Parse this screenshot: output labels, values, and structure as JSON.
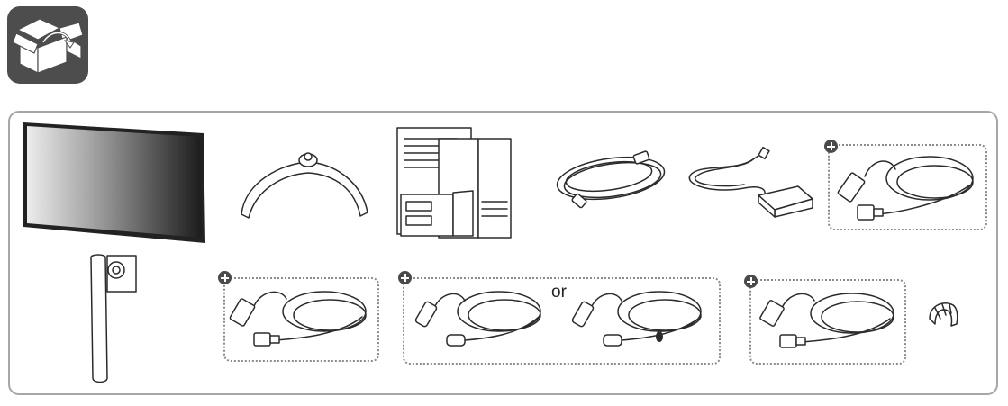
{
  "badge": {
    "icon": "open-box-icon",
    "color": "#4d4d4d"
  },
  "components": [
    {
      "id": "monitor",
      "icon": "monitor-icon"
    },
    {
      "id": "stand-base",
      "icon": "stand-base-icon"
    },
    {
      "id": "documents",
      "icon": "documents-icon"
    },
    {
      "id": "power-cord",
      "icon": "power-cord-icon"
    },
    {
      "id": "ac-dc-adapter",
      "icon": "adapter-icon"
    },
    {
      "id": "displayport-cable",
      "icon": "displayport-cable-icon",
      "optional": true
    },
    {
      "id": "stand-body",
      "icon": "stand-body-icon"
    },
    {
      "id": "hdmi-cable",
      "icon": "hdmi-cable-icon",
      "optional": true
    },
    {
      "id": "usb-c-cables",
      "icon": "usb-c-cable-icon",
      "optional": true
    },
    {
      "id": "usb-cable",
      "icon": "usb-cable-icon",
      "optional": true
    },
    {
      "id": "cable-holder",
      "icon": "cable-holder-icon"
    }
  ],
  "alt_separator": "or",
  "colors": {
    "badge": "#4d4d4d",
    "panel_border": "#a6a6a6",
    "dotted_border": "#8c8c8c",
    "plus_icon": "#4a4a4a"
  }
}
